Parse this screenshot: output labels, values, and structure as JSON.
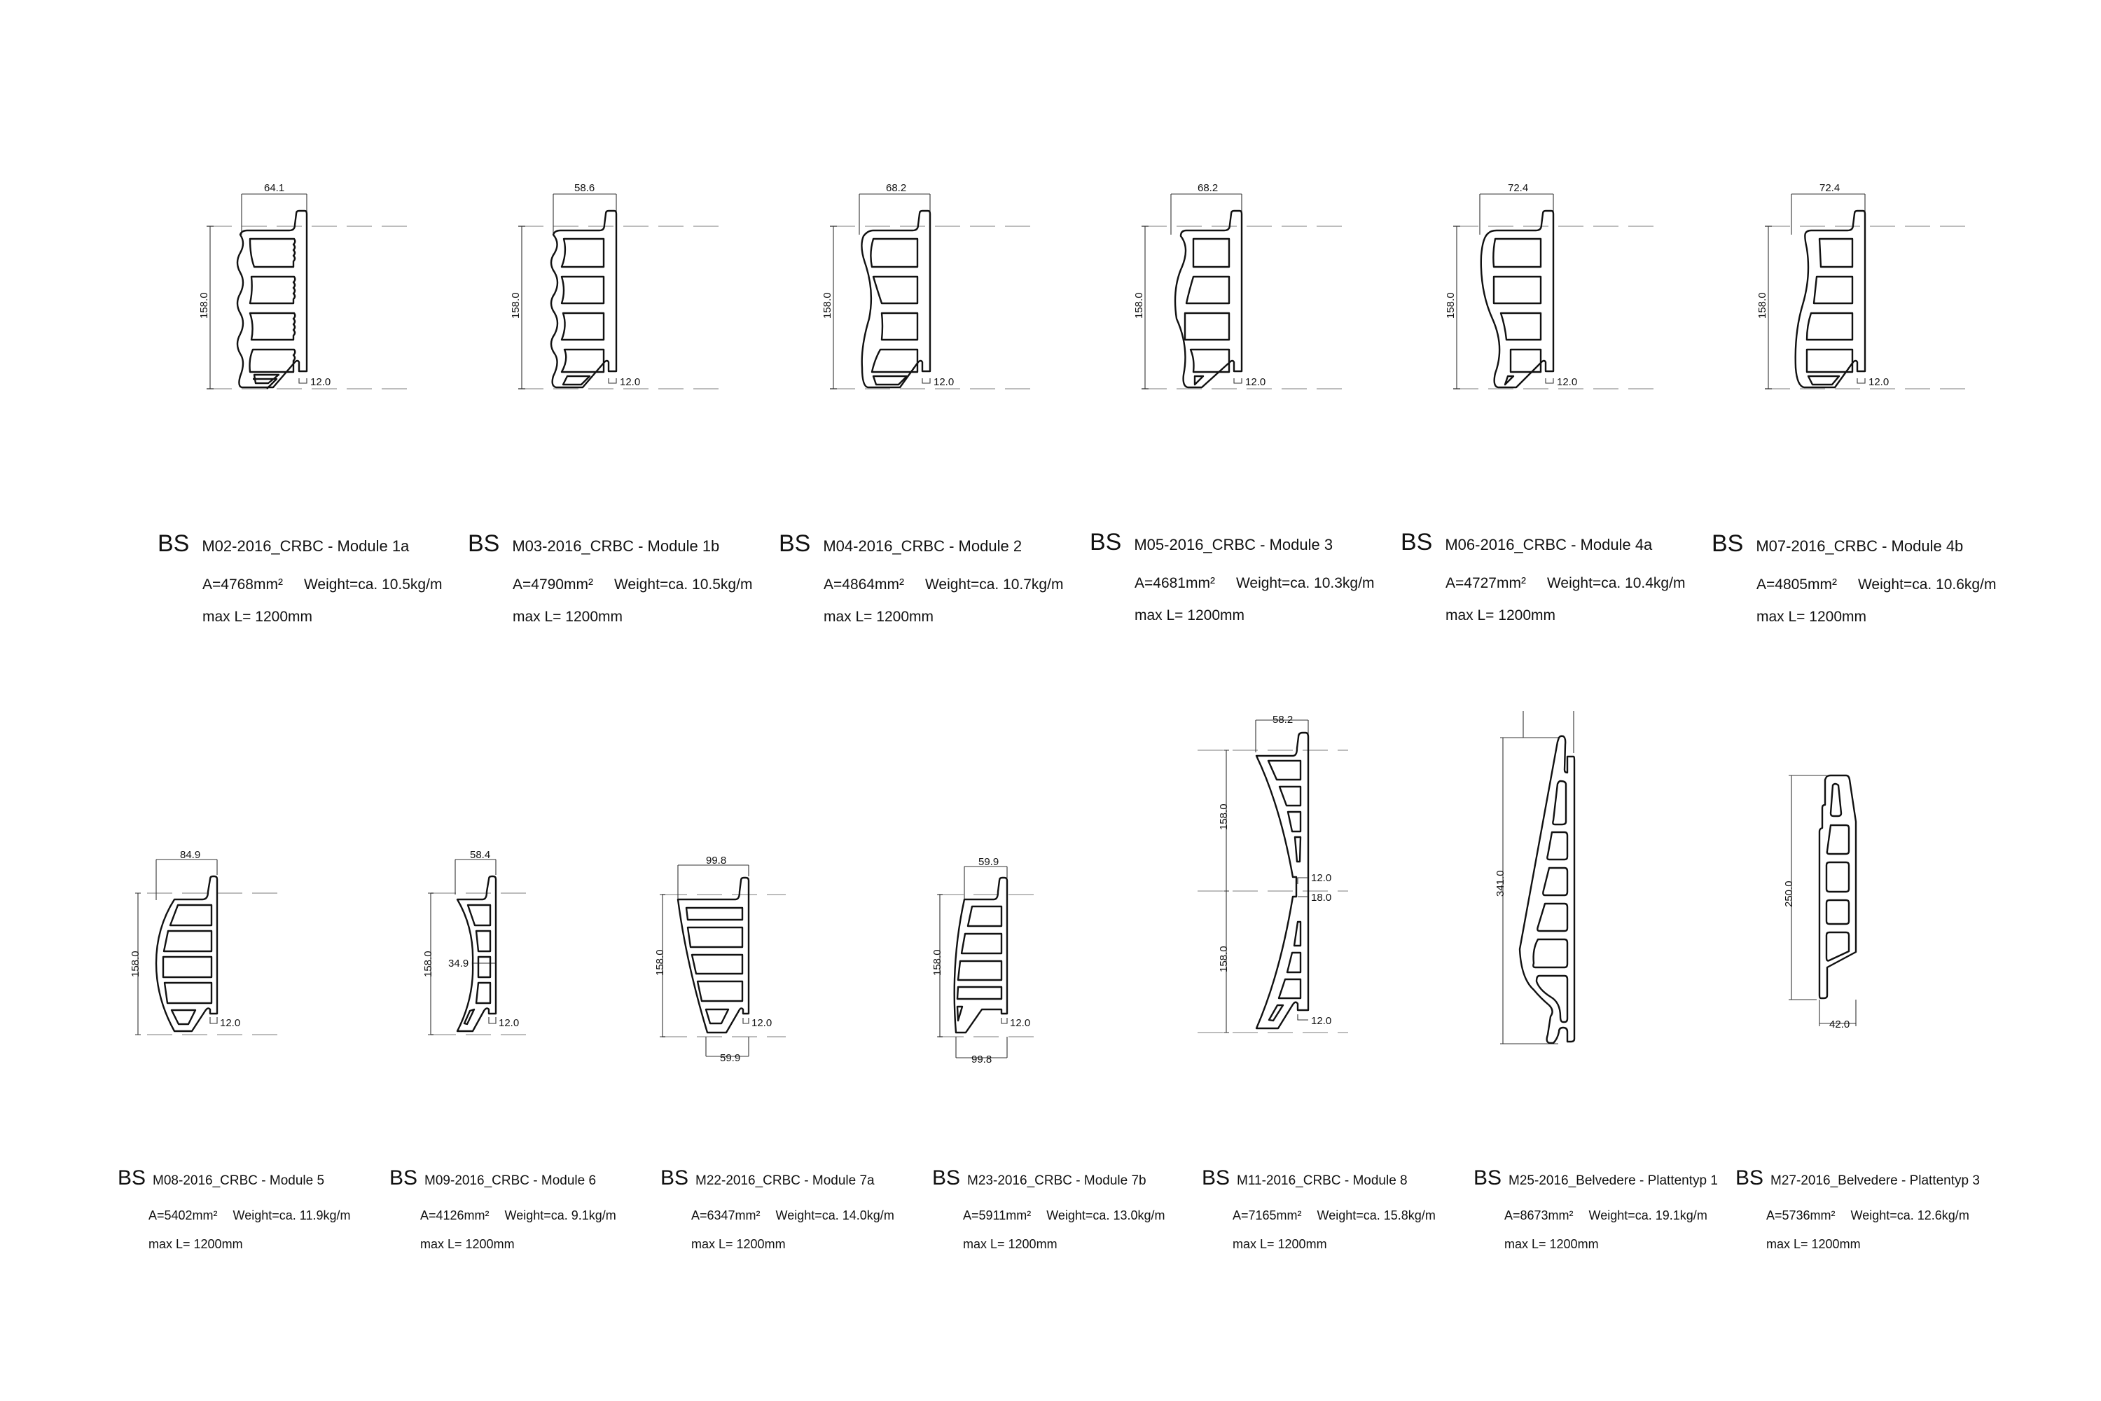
{
  "sheet": {
    "prefix": "BS",
    "area_prefix": "A=",
    "weight_prefix": "Weight=ca. ",
    "length_prefix": "max L= "
  },
  "profiles": [
    {
      "code": "M02-2016_CRBC - Module 1a",
      "area": "A=4768mm²",
      "weight": "Weight=ca. 10.5kg/m",
      "max_length": "max L= 1200mm",
      "dims": {
        "width": "64.1",
        "height": "158.0",
        "lip": "12.0"
      }
    },
    {
      "code": "M03-2016_CRBC - Module 1b",
      "area": "A=4790mm²",
      "weight": "Weight=ca. 10.5kg/m",
      "max_length": "max L= 1200mm",
      "dims": {
        "width": "58.6",
        "height": "158.0",
        "lip": "12.0"
      }
    },
    {
      "code": "M04-2016_CRBC - Module 2",
      "area": "A=4864mm²",
      "weight": "Weight=ca. 10.7kg/m",
      "max_length": "max L= 1200mm",
      "dims": {
        "width": "68.2",
        "height": "158.0",
        "lip": "12.0"
      }
    },
    {
      "code": "M05-2016_CRBC - Module 3",
      "area": "A=4681mm²",
      "weight": "Weight=ca. 10.3kg/m",
      "max_length": "max L= 1200mm",
      "dims": {
        "width": "68.2",
        "height": "158.0",
        "lip": "12.0"
      }
    },
    {
      "code": "M06-2016_CRBC - Module 4a",
      "area": "A=4727mm²",
      "weight": "Weight=ca. 10.4kg/m",
      "max_length": "max L= 1200mm",
      "dims": {
        "width": "72.4",
        "height": "158.0",
        "lip": "12.0"
      }
    },
    {
      "code": "M07-2016_CRBC - Module 4b",
      "area": "A=4805mm²",
      "weight": "Weight=ca. 10.6kg/m",
      "max_length": "max L= 1200mm",
      "dims": {
        "width": "72.4",
        "height": "158.0",
        "lip": "12.0"
      }
    },
    {
      "code": "M08-2016_CRBC - Module 5",
      "area": "A=5402mm²",
      "weight": "Weight=ca. 11.9kg/m",
      "max_length": "max L= 1200mm",
      "dims": {
        "width": "84.9",
        "height": "158.0",
        "lip": "12.0"
      }
    },
    {
      "code": "M09-2016_CRBC - Module 6",
      "area": "A=4126mm²",
      "weight": "Weight=ca. 9.1kg/m",
      "max_length": "max L= 1200mm",
      "dims": {
        "width": "58.4",
        "height": "158.0",
        "lip": "12.0",
        "mid_depth": "34.9"
      }
    },
    {
      "code": "M22-2016_CRBC - Module 7a",
      "area": "A=6347mm²",
      "weight": "Weight=ca. 14.0kg/m",
      "max_length": "max L= 1200mm",
      "dims": {
        "width": "99.8",
        "height": "158.0",
        "lip": "12.0",
        "bottom_width": "59.9"
      }
    },
    {
      "code": "M23-2016_CRBC - Module 7b",
      "area": "A=5911mm²",
      "weight": "Weight=ca. 13.0kg/m",
      "max_length": "max L= 1200mm",
      "dims": {
        "width": "59.9",
        "height": "158.0",
        "lip": "12.0",
        "bottom_width": "99.8"
      }
    },
    {
      "code": "M11-2016_CRBC - Module 8",
      "area": "A=7165mm²",
      "weight": "Weight=ca. 15.8kg/m",
      "max_length": "max L= 1200mm",
      "dims": {
        "width": "58.2",
        "height_upper": "158.0",
        "height_lower": "158.0",
        "lip_upper": "12.0",
        "gap": "18.0",
        "lip_lower": "12.0"
      }
    },
    {
      "code": "M25-2016_Belvedere - Plattentyp 1",
      "area": "A=8673mm²",
      "weight": "Weight=ca. 19.1kg/m",
      "max_length": "max L= 1200mm",
      "dims": {
        "height": "341.0"
      }
    },
    {
      "code": "M27-2016_Belvedere - Plattentyp 3",
      "area": "A=5736mm²",
      "weight": "Weight=ca. 12.6kg/m",
      "max_length": "max L= 1200mm",
      "dims": {
        "height": "250.0",
        "width": "42.0"
      }
    }
  ]
}
